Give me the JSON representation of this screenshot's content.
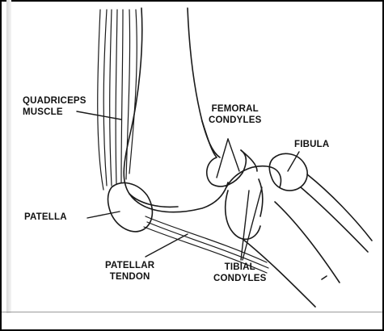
{
  "labels": {
    "quadriceps": [
      "QUADRICEPS",
      "MUSCLE"
    ],
    "femoral": [
      "FEMORAL",
      "CONDYLES"
    ],
    "fibula": [
      "FIBULA"
    ],
    "patella": [
      "PATELLA"
    ],
    "patellar_tendon": [
      "PATELLAR",
      "TENDON"
    ],
    "tibial": [
      "TIBIAL",
      "CONDYLES"
    ]
  }
}
